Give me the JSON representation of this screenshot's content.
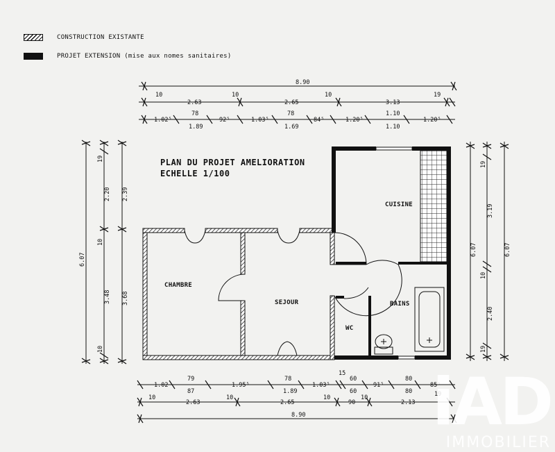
{
  "legend": {
    "existing": "CONSTRUCTION EXISTANTE",
    "extension": "PROJET EXTENSION (mise aux nomes sanitaires)"
  },
  "title": {
    "line1": "PLAN DU PROJET AMELIORATION",
    "line2": "ECHELLE  1/100"
  },
  "rooms": {
    "chambre": "CHAMBRE",
    "sejour": "SEJOUR",
    "cuisine": "CUISINE",
    "bains": "BAINS",
    "wc": "WC"
  },
  "dimensions": {
    "top": {
      "total": "8.90",
      "row2": [
        "10",
        "2.63",
        "10",
        "2.65",
        "10",
        "3.13",
        "19"
      ],
      "row3_top": [
        "1.02⁵",
        "78",
        "92⁵",
        "1.03⁵",
        "78",
        "84⁵",
        "1.20⁵",
        "1.10",
        "1.20⁵"
      ],
      "row3_bottom": [
        "1.89",
        "1.69",
        "1.10"
      ]
    },
    "left": {
      "total": "6.07",
      "col2": [
        "19",
        "2.20",
        "10",
        "3.48",
        "10"
      ],
      "col3": [
        "2.39",
        "3.68"
      ]
    },
    "right": {
      "col1": "6.07",
      "col2": [
        "19",
        "3.19",
        "10",
        "2.40",
        "19"
      ],
      "col3": "6.07"
    },
    "bottom": {
      "row1_top": [
        "1.02",
        "79",
        "1.95⁵",
        "78",
        "1.03⁵",
        "15",
        "60",
        "91⁵",
        "80",
        "85⁵"
      ],
      "row1_bottom": [
        "87",
        "1.89",
        "60",
        "80"
      ],
      "row2": [
        "10",
        "2.63",
        "10",
        "2.65",
        "10",
        "90",
        "10",
        "2.13",
        "19"
      ],
      "total": "8.90"
    }
  },
  "watermark": {
    "logo": "iAD",
    "sub": "IMMOBILIER"
  }
}
